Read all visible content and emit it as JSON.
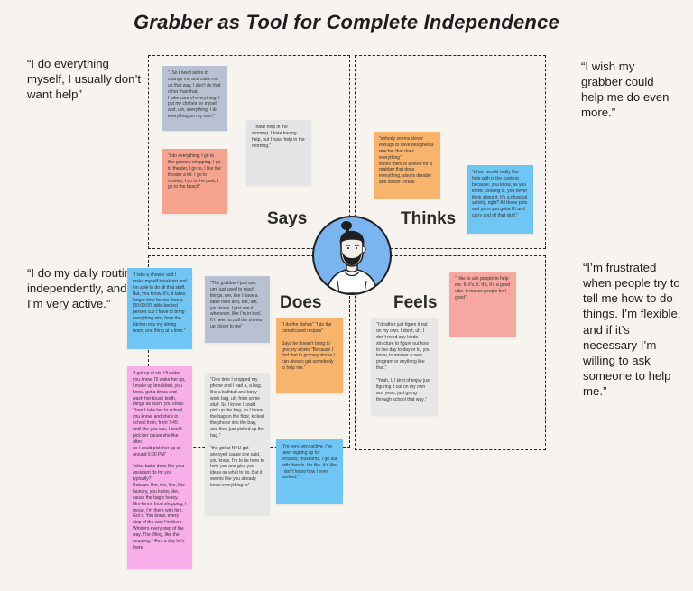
{
  "title": "Grabber as Tool for Complete Independence",
  "quotes": {
    "says": "“I do everything myself, I usually don’t want help”",
    "thinks": "“I wish my grabber could help me do even more.”",
    "does": "“I do my daily routine independently, and I’m very active.”",
    "feels": "“I’m frustrated when people try to tell me how to do things. I’m flexible, and if it’s necessary I’m willing to ask someone to help me.”"
  },
  "labels": {
    "says": "Says",
    "thinks": "Thinks",
    "does": "Does",
    "feels": "Feels"
  },
  "notes": {
    "says_1": "“. So I need aides to change me and claim me up that way. I don’t do that other than that.\nI take care of everything, I put my clothes on myself and, um, everything, I do everything on my own.”",
    "says_2": "“I have help in the morning. I hate having help, but I have help in the morning.”",
    "says_3": "“I do everything. I go to like grocery shopping, I go to theater, I go to, I like the theater a lot. I go to movies, I go to the park, I go to the beach”",
    "thinks_1": "“nobody seems clever enough to have designed a reacher that does everything”\nthinks there is a need for a grabber that does everything, also is durable and doesn’t break",
    "thinks_2": "“what I would really like help with is the cooking because, you know, as you know, cooking is, you never think about it. It’s a physical activity, right? All those pots and pans you gotta lift and carry and all that stuff.”",
    "does_1": "“I take a shower and I make myself breakfast and I’m able to do all that stuff. But, you know, it’s, it takes longer time for me than a [00:09:00] able-bodied person cuz I have to bring everything into, from the kitchen into my dining room, one thing at a time.”",
    "does_2": "“The grabber I just use, um, just used to reach things, um, like I have a table here and, but, um, you know, I just use it whenever, like I’m in bed. If I need to pull the sheets up closer to me”",
    "does_3": "“I do the dishes” “I do the complicated recipes”\n\nSays he doesn’t bring to grocery stores “Because I find that in grocery stores I can always get somebody to help me.”",
    "does_4": "“I get up at six. I’ll wake, you know, I’ll wake her up, I make up breakfast, you know, get a dress and wash her brush teeth, things as such, you know. Then I take her to school, you know, and she’s in school from, from 7:45 until like you can, I could pick her cause she like after.\nso I could pick her up at around 6:00 PM”\n\n“what tasks does like your assistant do for you typically?\nDatwan: Um, the, like, like laundry, you know, like, cause the bag’s heavy. Mm-hmm. food shopping, I mean, I’m there with him. Got it. You know, every step of the way I’m there. Winners every step of the way. The lifting, like the mopping.” 4hrs a day he’s there",
    "does_5": "“One time I dropped my phone and I had a, a bag, like a bathtub and body work bag, uh, from some stuff. So I knew I could pick up the bag, so I threw the bag on the floor, kicked the phone into the bag, and then just picked up the bag.”\n\n“the girl at NYU got annoyed cause she said, you know, I’m to be here to help you and give you ideas on what to do. But it seems like you already know everything to”",
    "does_6": "“I’m very, very active. I’ve been signing up for lectures, museums, I go out with friends. It’s like, it’s like I don’t know how I ever worked.”",
    "feels_1": "“I like to ask people to help me. It, it’s, it. It’s, it’s a good vibe. It makes people feel good”",
    "feels_2": "“I’d rather just figure it out on my own. I don’t, uh, I don’t need any kinda structure to figure out how to live day to day or to, you know, to answer a new program or anything like that.”\n\n“Yeah, I, I kind of enjoy just figuring it out on my own and yeah, just going through school that way.”"
  },
  "colors": {
    "background": "#f7f3ee",
    "avatar_bg": "#7ab5f2",
    "note_slate": "#b7c1d1",
    "note_salmon": "#f5a28f",
    "note_orange": "#f8b36c",
    "note_blue": "#6fc5f4",
    "note_magenta": "#f7aee9",
    "note_grey": "#e4e4e6"
  }
}
